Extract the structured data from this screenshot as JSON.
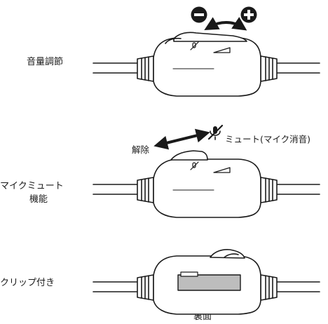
{
  "labels": {
    "volume": "音量調節",
    "mute_line1": "マイクミュート",
    "mute_line2": "機能",
    "clip": "クリップ付き",
    "release": "解除",
    "mute_desc": "ミュート(マイク消音)",
    "back_side": "裏面"
  },
  "icons": {
    "minus": "minus-circle-icon",
    "plus": "plus-circle-icon",
    "mic_muted": "mic-muted-icon"
  },
  "colors": {
    "stroke": "#1a1a1a",
    "fill": "#ffffff",
    "clip_fill": "#bdbdbd"
  }
}
